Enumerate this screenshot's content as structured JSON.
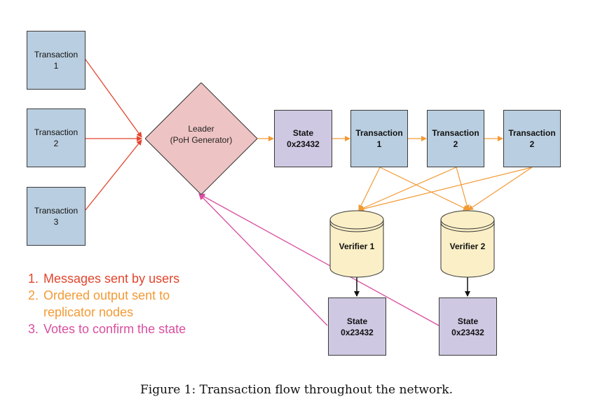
{
  "transactions_in": [
    {
      "label": "Transaction",
      "num": "1"
    },
    {
      "label": "Transaction",
      "num": "2"
    },
    {
      "label": "Transaction",
      "num": "3"
    }
  ],
  "leader": {
    "line1": "Leader",
    "line2": "(PoH Generator)"
  },
  "state_main": {
    "label": "State",
    "value": "0x23432"
  },
  "chain": [
    {
      "label": "Transaction",
      "num": "1"
    },
    {
      "label": "Transaction",
      "num": "2"
    },
    {
      "label": "Transaction",
      "num": "2"
    }
  ],
  "verifiers": [
    "Verifier 1",
    "Verifier 2"
  ],
  "verifier_states": [
    {
      "label": "State",
      "value": "0x23432"
    },
    {
      "label": "State",
      "value": "0x23432"
    }
  ],
  "legend": [
    {
      "num": "1.",
      "text": "Messages sent by users",
      "color": "#e2452d"
    },
    {
      "num": "2.",
      "text": "Ordered output sent to replicator nodes",
      "color": "#f29a35"
    },
    {
      "num": "3.",
      "text": "Votes to confirm the state",
      "color": "#d94f9f"
    }
  ],
  "caption": "Figure 1: Transaction flow throughout the network."
}
